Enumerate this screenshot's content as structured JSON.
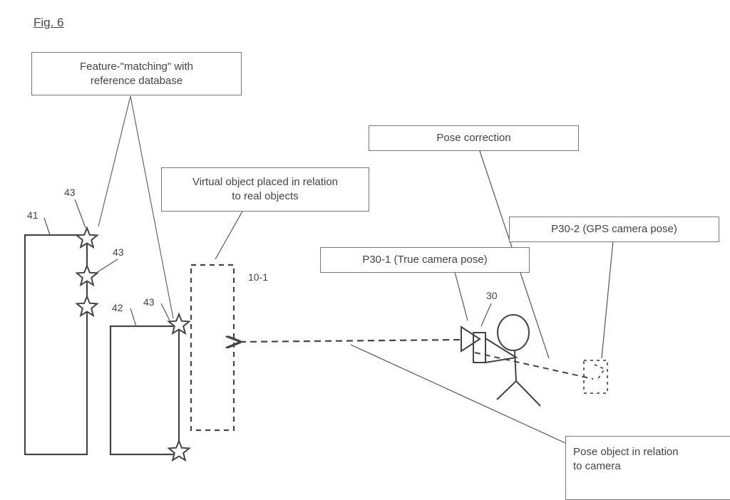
{
  "figure": {
    "title": "Fig. 6"
  },
  "boxes": {
    "feature_matching": [
      "Feature-\"matching\" with",
      "reference database"
    ],
    "virtual_object": [
      "Virtual object placed in relation",
      "to real objects"
    ],
    "pose_correction": [
      "Pose correction"
    ],
    "gps_pose": [
      "P30-2 (GPS camera pose)"
    ],
    "true_pose": [
      "P30-1 (True camera pose)"
    ],
    "pose_object": [
      "Pose object in relation",
      "to camera"
    ]
  },
  "reference_numerals": {
    "building_1": "41",
    "building_2": "42",
    "feature_a": "43",
    "feature_b": "43",
    "feature_c": "43",
    "virtual_object": "10-1",
    "camera": "30"
  },
  "colors": {
    "stroke": "#444444",
    "leader": "#666666",
    "background": "#ffffff"
  }
}
